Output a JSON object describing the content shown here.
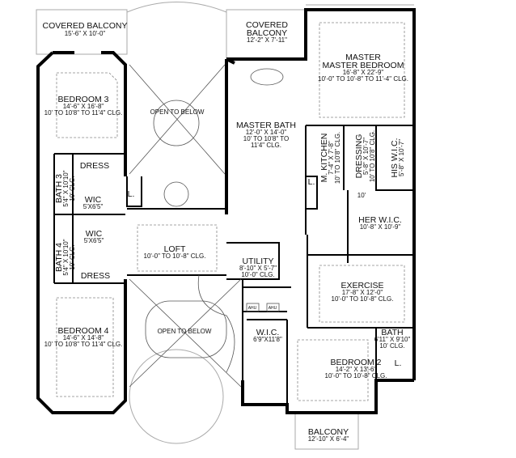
{
  "rooms": {
    "covered_balcony_1": {
      "name": "COVERED BALCONY",
      "dims": "15'-6\" X 10'-0\""
    },
    "bedroom_3": {
      "name": "BEDROOM 3",
      "dims": "14'-6\" X 16'-8\"",
      "ceiling": "10' TO 10'8\" TO 11'4\" CLG."
    },
    "open_to_below_1": {
      "name": "OPEN TO BELOW"
    },
    "covered_balcony_2": {
      "name_1": "COVERED",
      "name_2": "BALCONY",
      "dims": "12'-2\" X 7'-11\""
    },
    "master_bedroom": {
      "name_1": "MASTER",
      "name_2": "MASTER BEDROOM",
      "dims": "16'-8\" X 22'-9\"",
      "ceiling": "10'-0\" TO 10'-8\" TO 11'-4\" CLG."
    },
    "master_bath": {
      "name": "MASTER BATH",
      "dims": "12'-0\" X 14'-0\"",
      "ceiling_1": "10' TO 10'8\" TO",
      "ceiling_2": "11'4\" CLG."
    },
    "m_kitchen": {
      "name": "M. KITCHEN",
      "dims": "7'-4\" X 7'-8\"",
      "ceiling": "10' TO 10'8\" CLG."
    },
    "dressing": {
      "name": "DRESSING",
      "dims": "5'-8\" X 10'-7\"",
      "ceiling": "10' TO 10'8\" CLG."
    },
    "his_wic": {
      "name": "HIS W.I.C.",
      "dims": "5'-8\" X 10'-7\""
    },
    "her_wic": {
      "name": "HER W.I.C.",
      "dims": "10'-8\" X 10'-9\""
    },
    "bath_3": {
      "name": "BATH 3",
      "dims": "5'4\" X 10'10\"",
      "ceiling": "10' CLG."
    },
    "dress_1": {
      "name": "DRESS"
    },
    "wic_1": {
      "name": "WIC",
      "dims": "5'X6'5\""
    },
    "wic_2": {
      "name": "WIC",
      "dims": "5'X6'5\""
    },
    "bath_4": {
      "name": "BATH 4",
      "dims": "5'4\" X 10'10\"",
      "ceiling": "10' CLG."
    },
    "dress_2": {
      "name": "DRESS"
    },
    "loft": {
      "name": "LOFT",
      "ceiling": "10'-0\" TO 10'-8\" CLG."
    },
    "utility": {
      "name": "UTILITY",
      "dims": "8'-10\" X 5'-7\"",
      "ceiling": "10'-0\" CLG."
    },
    "exercise": {
      "name": "EXERCISE",
      "dims": "17'-8\" X 12'-0\"",
      "ceiling": "10'-0\" TO 10'-8\" CLG."
    },
    "bedroom_4": {
      "name": "BEDROOM 4",
      "dims": "14'-6\" X 14'-8\"",
      "ceiling": "10' TO 10'8\" TO 11'4\" CLG."
    },
    "open_to_below_2": {
      "name": "OPEN TO BELOW"
    },
    "wic_3": {
      "name": "W.I.C.",
      "dims": "6'9\"X11'8\""
    },
    "bedroom_2": {
      "name": "BEDROOM 2",
      "dims": "14'-2\" X 13'-6\"",
      "ceiling": "10'-0\" TO 10'-8\" CLG."
    },
    "bath_2": {
      "name": "BATH",
      "dims": "6'11\" X 9'10\"",
      "ceiling": "10' CLG."
    },
    "balcony": {
      "name": "BALCONY",
      "dims": "12'-10\" X 6'-4\""
    }
  },
  "fixtures": {
    "linen": "L.",
    "ahu": "AHU",
    "ten": "10'"
  }
}
